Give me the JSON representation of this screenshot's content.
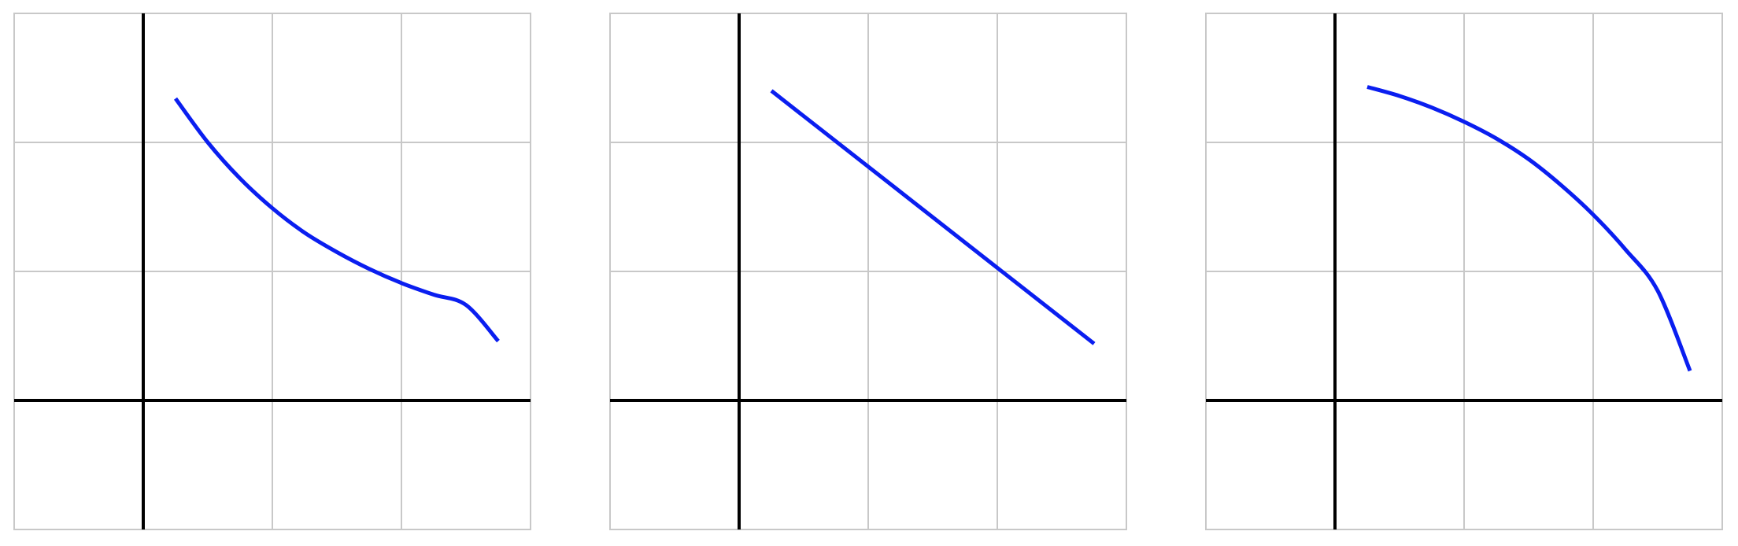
{
  "chart_data": [
    {
      "type": "line",
      "xlim": [
        -1,
        3
      ],
      "ylim": [
        -1,
        3
      ],
      "grid": true,
      "colors": {
        "series": "#0a1ef0",
        "axis": "#000000",
        "grid": "#c8c8c8"
      },
      "series": [
        {
          "x": [
            0.25,
            0.5,
            0.75,
            1.0,
            1.25,
            1.5,
            1.75,
            2.0,
            2.25,
            2.5,
            2.75
          ],
          "y": [
            2.34,
            2.0,
            1.72,
            1.49,
            1.3,
            1.15,
            1.02,
            0.91,
            0.82,
            0.74,
            0.46
          ]
        }
      ]
    },
    {
      "type": "line",
      "xlim": [
        -1,
        3
      ],
      "ylim": [
        -1,
        3
      ],
      "grid": true,
      "colors": {
        "series": "#0a1ef0",
        "axis": "#000000",
        "grid": "#c8c8c8"
      },
      "series": [
        {
          "x": [
            0.25,
            2.75
          ],
          "y": [
            2.4,
            0.44
          ]
        }
      ]
    },
    {
      "type": "line",
      "xlim": [
        -1,
        3
      ],
      "ylim": [
        -1,
        3
      ],
      "grid": true,
      "colors": {
        "series": "#0a1ef0",
        "axis": "#000000",
        "grid": "#c8c8c8"
      },
      "series": [
        {
          "x": [
            0.25,
            0.5,
            0.75,
            1.0,
            1.25,
            1.5,
            1.75,
            2.0,
            2.25,
            2.5,
            2.75
          ],
          "y": [
            2.43,
            2.36,
            2.27,
            2.16,
            2.03,
            1.87,
            1.67,
            1.44,
            1.17,
            0.85,
            0.23
          ]
        }
      ]
    }
  ]
}
